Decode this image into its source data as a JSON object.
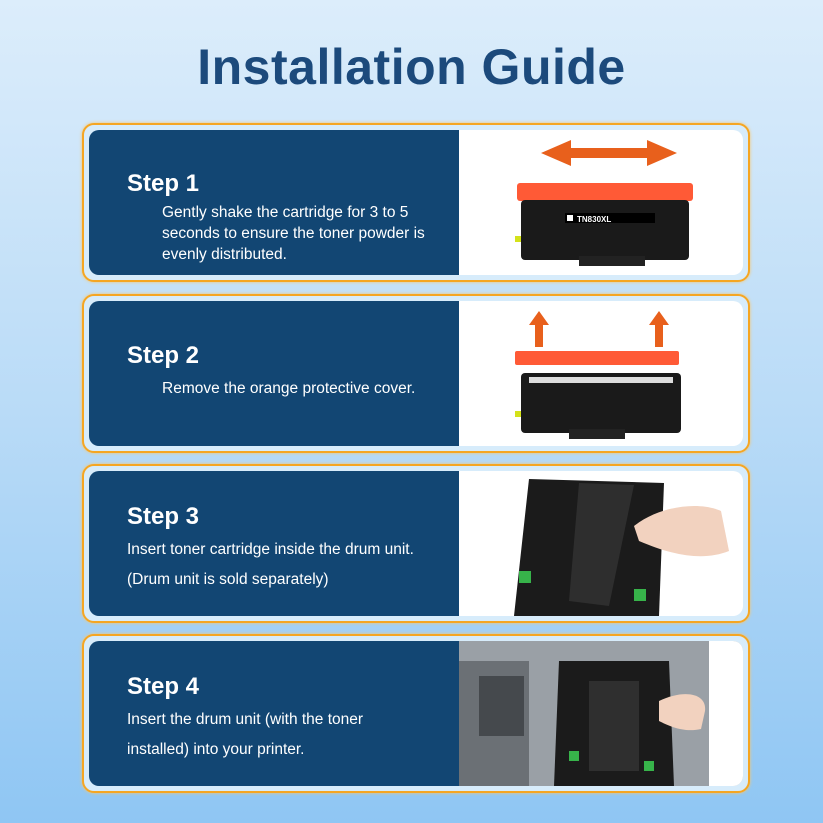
{
  "title": "Installation Guide",
  "steps": [
    {
      "label": "Step 1",
      "text": "Gently shake the cartridge for 3 to 5 seconds to ensure the toner powder is evenly distributed."
    },
    {
      "label": "Step 2",
      "text": "Remove the orange protective cover."
    },
    {
      "label": "Step 3",
      "text": "Insert toner cartridge inside the drum unit. (Drum unit is sold separately)"
    },
    {
      "label": "Step 4",
      "text": "Insert the drum unit (with the toner installed) into your printer."
    }
  ],
  "cartridge_label": "TN830XL",
  "colors": {
    "title": "#1c4a7c",
    "panel": "#124673",
    "border": "#f5a623",
    "arrow": "#e8601c"
  }
}
